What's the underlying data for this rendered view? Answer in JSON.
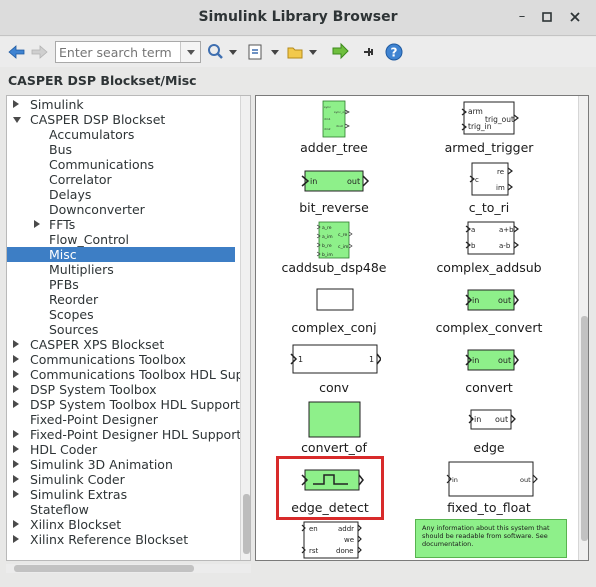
{
  "window": {
    "title": "Simulink Library Browser"
  },
  "toolbar": {
    "search_placeholder": "Enter search term"
  },
  "path": "CASPER DSP Blockset/Misc",
  "tree": [
    {
      "label": "Simulink",
      "expander": "right"
    },
    {
      "label": "CASPER DSP Blockset",
      "expander": "down"
    },
    {
      "label": "Accumulators"
    },
    {
      "label": "Bus"
    },
    {
      "label": "Communications"
    },
    {
      "label": "Correlator"
    },
    {
      "label": "Delays"
    },
    {
      "label": "Downconverter"
    },
    {
      "label": "FFTs",
      "expander": "right"
    },
    {
      "label": "Flow_Control"
    },
    {
      "label": "Misc",
      "selected": true
    },
    {
      "label": "Multipliers"
    },
    {
      "label": "PFBs"
    },
    {
      "label": "Reorder"
    },
    {
      "label": "Scopes"
    },
    {
      "label": "Sources"
    },
    {
      "label": "CASPER XPS Blockset",
      "expander": "right"
    },
    {
      "label": "Communications Toolbox",
      "expander": "right"
    },
    {
      "label": "Communications Toolbox HDL Sup",
      "expander": "right"
    },
    {
      "label": "DSP System Toolbox",
      "expander": "right"
    },
    {
      "label": "DSP System Toolbox HDL Support",
      "expander": "right"
    },
    {
      "label": "Fixed-Point Designer"
    },
    {
      "label": "Fixed-Point Designer HDL Support",
      "expander": "right"
    },
    {
      "label": "HDL Coder",
      "expander": "right"
    },
    {
      "label": "Simulink 3D Animation",
      "expander": "right"
    },
    {
      "label": "Simulink Coder",
      "expander": "right"
    },
    {
      "label": "Simulink Extras",
      "expander": "right"
    },
    {
      "label": "Stateflow"
    },
    {
      "label": "Xilinx Blockset",
      "expander": "right"
    },
    {
      "label": "Xilinx Reference Blockset",
      "expander": "right"
    }
  ],
  "blocks": {
    "adder_tree": {
      "label": "adder_tree",
      "ports": [
        "sync",
        "din1",
        "din2"
      ],
      "out_ports": [
        "sync_out",
        "dout"
      ]
    },
    "armed_trigger": {
      "label": "armed_trigger",
      "ports": [
        "arm",
        "trig_in"
      ],
      "out_ports": [
        "trig_out"
      ]
    },
    "bit_reverse": {
      "label": "bit_reverse",
      "in": "in",
      "out": "out"
    },
    "c_to_ri": {
      "label": "c_to_ri",
      "in": "c",
      "out1": "re",
      "out2": "im"
    },
    "caddsub_dsp48e": {
      "label": "caddsub_dsp48e",
      "ports": [
        "a_re",
        "a_im",
        "b_re",
        "b_im"
      ],
      "out_ports": [
        "c_re",
        "c_im"
      ]
    },
    "complex_addsub": {
      "label": "complex_addsub",
      "in1": "a",
      "in2": "b",
      "out1": "a+b",
      "out2": "a-b"
    },
    "complex_conj": {
      "label": "complex_conj"
    },
    "complex_convert": {
      "label": "complex_convert",
      "in": "in",
      "out": "out"
    },
    "conv": {
      "label": "conv",
      "in": "1",
      "out": "1"
    },
    "convert": {
      "label": "convert",
      "in": "in",
      "out": "out"
    },
    "convert_of": {
      "label": "convert_of"
    },
    "edge": {
      "label": "edge",
      "in": "in",
      "out": "out"
    },
    "edge_detect": {
      "label": "edge_detect"
    },
    "fixed_to_float": {
      "label": "fixed_to_float",
      "in": "in",
      "out": "out"
    },
    "last_block": {
      "ports": [
        "en",
        "rst"
      ],
      "out_ports": [
        "addr",
        "we",
        "done"
      ]
    },
    "info_text": "Any information about this system that should be readable from software. See documentation."
  },
  "colors": {
    "block_green": "#8ef08a",
    "selection": "#3d7ec5",
    "highlight": "#d82a2a"
  }
}
